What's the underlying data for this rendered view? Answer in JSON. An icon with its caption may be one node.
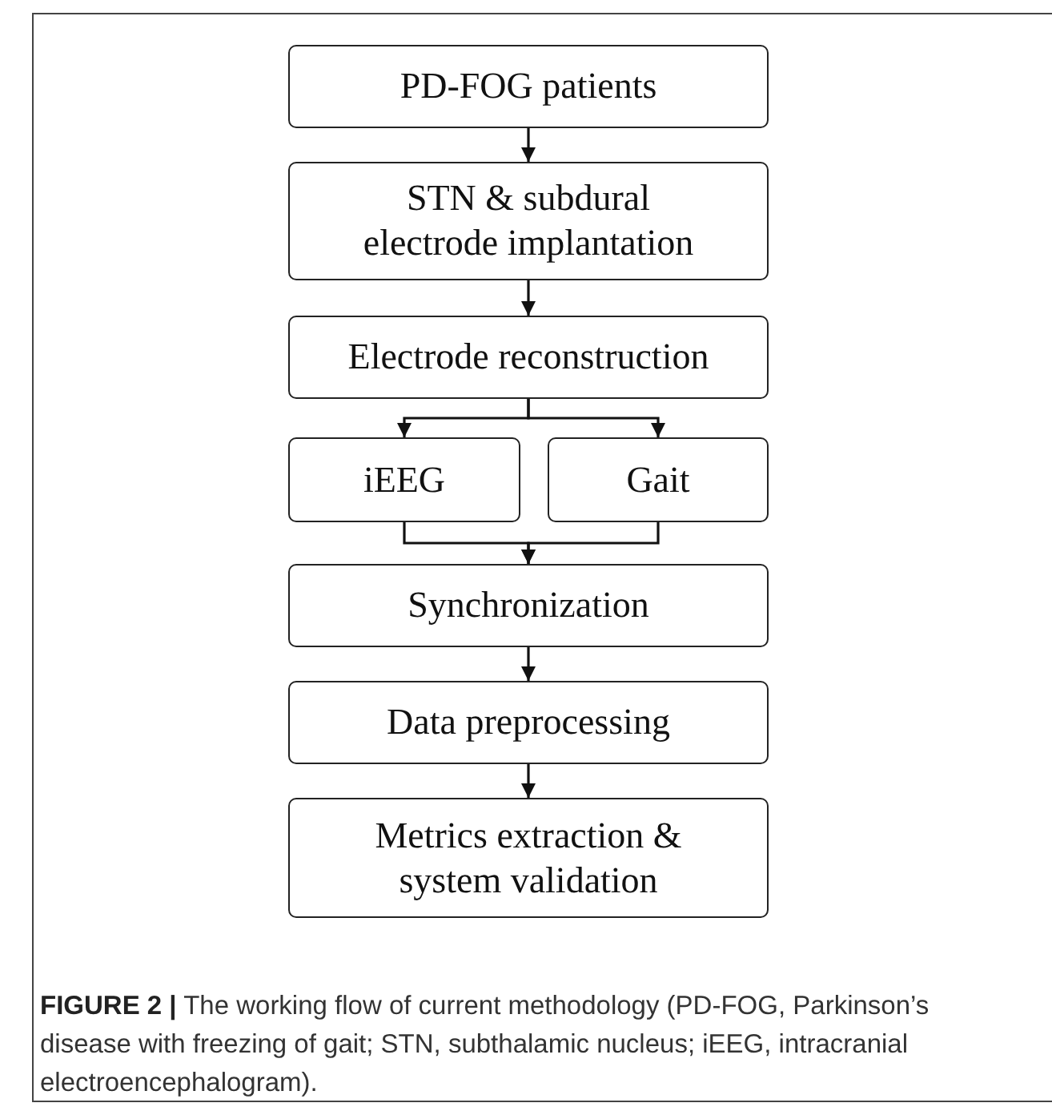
{
  "diagram": {
    "caption": "**FIGURE 2 |** The working flow of current methodology (PD-FOG, Parkinson’s disease with freezing of gait; STN, subthalamic nucleus; iEEG, intracranial electroencephalogram).",
    "nodes": [
      {
        "text": [
          "PD-FOG patients"
        ]
      },
      {
        "text": [
          "STN & subdural electrode implantation"
        ]
      },
      {
        "text": [
          "Electrode reconstruction"
        ]
      },
      {
        "text": [
          "iEEG"
        ]
      },
      {
        "text": [
          "Gait"
        ]
      },
      {
        "text": [
          "Synchronization"
        ]
      },
      {
        "text": [
          "Data preprocessing"
        ]
      },
      {
        "text": [
          "Metrics extraction & system validation"
        ]
      }
    ],
    "edges": [
      {
        "from": 0,
        "to": 1,
        "arrow": "to"
      },
      {
        "from": 1,
        "to": 2,
        "arrow": "to"
      },
      {
        "from": 2,
        "to": 3,
        "arrow": "to"
      },
      {
        "from": 2,
        "to": 4,
        "arrow": "to"
      },
      {
        "from": 3,
        "to": 5,
        "arrow": "to"
      },
      {
        "from": 4,
        "to": 5,
        "arrow": "to"
      },
      {
        "from": 5,
        "to": 6,
        "arrow": "to"
      },
      {
        "from": 6,
        "to": 7,
        "arrow": "to"
      }
    ]
  }
}
